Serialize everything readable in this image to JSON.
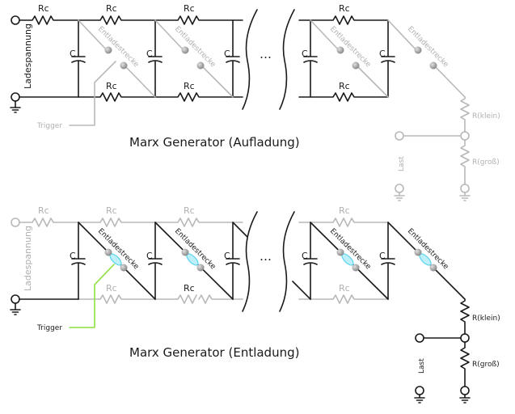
{
  "diagram": {
    "colors": {
      "active": "#1a1a1a",
      "inactive": "#b8b8b8",
      "trigger_active": "#8ee040",
      "spark": "#59d4ec",
      "electrode": "#999999"
    },
    "top": {
      "title": "Marx Generator (Aufladung)",
      "input_label": "Ladespannung",
      "trigger_label": "Trigger",
      "resistor_label": "Rc",
      "capacitor_label": "C",
      "gap_label": "Entladestrecke",
      "ellipsis": "…",
      "r_small_label": "R(klein)",
      "r_large_label": "R(groß)",
      "load_label": "Last"
    },
    "bottom": {
      "title": "Marx Generator (Entladung)",
      "input_label": "Ladespannung",
      "trigger_label": "Trigger",
      "resistor_label": "Rc",
      "capacitor_label": "C",
      "gap_label": "Entladestrecke",
      "ellipsis": "…",
      "r_small_label": "R(klein)",
      "r_large_label": "R(groß)",
      "load_label": "Last"
    }
  }
}
